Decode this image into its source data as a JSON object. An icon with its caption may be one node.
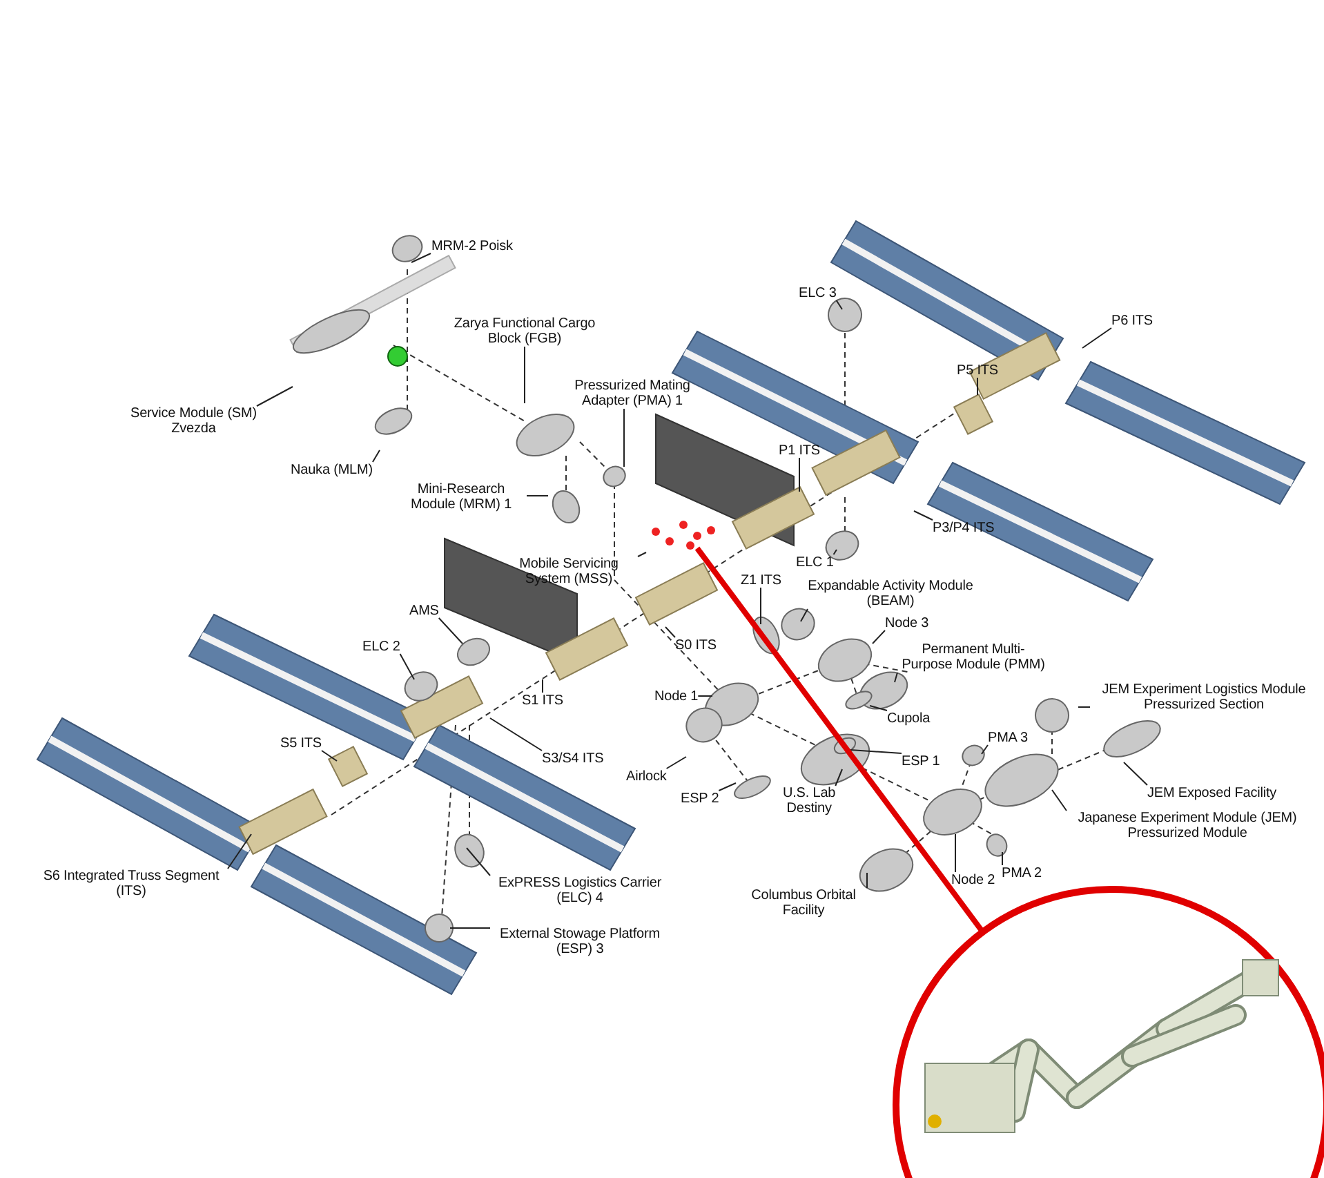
{
  "diagram": {
    "nodes": [
      {
        "text": [
          "MRM-2 Poisk"
        ]
      },
      {
        "text": [
          "Zarya Functional Cargo Block (FGB)"
        ]
      },
      {
        "text": [
          "Service Module (SM)",
          "Zvezda"
        ]
      },
      {
        "text": [
          "Pressurized Mating Adapter (PMA) 1"
        ]
      },
      {
        "text": [
          "Nauka (MLM)"
        ]
      },
      {
        "text": [
          "Mini-Research Module (MRM) 1"
        ]
      },
      {
        "text": [
          "Mobile Servicing System (MSS)"
        ]
      },
      {
        "text": [
          "ELC 3"
        ]
      },
      {
        "text": [
          "P6 ITS"
        ]
      },
      {
        "text": [
          "P5 ITS"
        ]
      },
      {
        "text": [
          "P1 ITS"
        ]
      },
      {
        "text": [
          "P3/P4 ITS"
        ]
      },
      {
        "text": [
          "ELC 1"
        ]
      },
      {
        "text": [
          "Z1 ITS"
        ]
      },
      {
        "text": [
          "Expandable Activity Module (BEAM)"
        ]
      },
      {
        "text": [
          "AMS"
        ]
      },
      {
        "text": [
          "ELC 2"
        ]
      },
      {
        "text": [
          "S0 ITS"
        ]
      },
      {
        "text": [
          "Node 3"
        ]
      },
      {
        "text": [
          "Permanent Multi-Purpose Module (PMM)"
        ]
      },
      {
        "text": [
          "S1 ITS"
        ]
      },
      {
        "text": [
          "JEM Experiment Logistics Module Pressurized Section"
        ]
      },
      {
        "text": [
          "Node 1"
        ]
      },
      {
        "text": [
          "Cupola"
        ]
      },
      {
        "text": [
          "S3/S4 ITS"
        ]
      },
      {
        "text": [
          "S5 ITS"
        ]
      },
      {
        "text": [
          "ESP 1"
        ]
      },
      {
        "text": [
          "PMA 3"
        ]
      },
      {
        "text": [
          "Airlock"
        ]
      },
      {
        "text": [
          "ESP 2"
        ]
      },
      {
        "text": [
          "U.S. Lab",
          "Destiny"
        ]
      },
      {
        "text": [
          "JEM Exposed Facility"
        ]
      },
      {
        "text": [
          "Japanese Experiment Module (JEM) Pressurized Module"
        ]
      },
      {
        "text": [
          "S6 Integrated Truss Segment (ITS)"
        ]
      },
      {
        "text": [
          "ExPRESS Logistics Carrier (ELC) 4"
        ]
      },
      {
        "text": [
          "Columbus Orbital Facility"
        ]
      },
      {
        "text": [
          "Node 2"
        ]
      },
      {
        "text": [
          "PMA 2"
        ]
      },
      {
        "text": [
          "External Stowage Platform (ESP) 3"
        ]
      },
      {
        "text": [],
        "shape": "picture"
      }
    ],
    "edges": [
      {
        "from": 0,
        "to": null,
        "arrow": "none"
      },
      {
        "from": 1,
        "to": null,
        "arrow": "none"
      },
      {
        "from": 2,
        "to": null,
        "arrow": "none"
      },
      {
        "from": 3,
        "to": null,
        "arrow": "none"
      },
      {
        "from": 4,
        "to": null,
        "arrow": "none"
      },
      {
        "from": 5,
        "to": null,
        "arrow": "none"
      },
      {
        "from": 6,
        "to": null,
        "arrow": "none"
      },
      {
        "from": 7,
        "to": null,
        "arrow": "none"
      },
      {
        "from": 8,
        "to": null,
        "arrow": "none"
      },
      {
        "from": 9,
        "to": null,
        "arrow": "none"
      },
      {
        "from": 10,
        "to": null,
        "arrow": "none"
      },
      {
        "from": 11,
        "to": null,
        "arrow": "none"
      },
      {
        "from": 12,
        "to": null,
        "arrow": "none"
      },
      {
        "from": 13,
        "to": null,
        "arrow": "none"
      },
      {
        "from": 14,
        "to": null,
        "arrow": "none"
      },
      {
        "from": 15,
        "to": null,
        "arrow": "none"
      },
      {
        "from": 16,
        "to": null,
        "arrow": "none"
      },
      {
        "from": 17,
        "to": null,
        "arrow": "none"
      },
      {
        "from": 18,
        "to": null,
        "arrow": "none"
      },
      {
        "from": 19,
        "to": null,
        "arrow": "none"
      },
      {
        "from": 20,
        "to": null,
        "arrow": "none"
      },
      {
        "from": 21,
        "to": null,
        "arrow": "none"
      },
      {
        "from": 22,
        "to": null,
        "arrow": "none"
      },
      {
        "from": 23,
        "to": null,
        "arrow": "none"
      },
      {
        "from": 24,
        "to": null,
        "arrow": "none"
      },
      {
        "from": 25,
        "to": null,
        "arrow": "none"
      },
      {
        "from": 26,
        "to": null,
        "arrow": "none"
      },
      {
        "from": 27,
        "to": null,
        "arrow": "none"
      },
      {
        "from": 28,
        "to": null,
        "arrow": "none"
      },
      {
        "from": 29,
        "to": null,
        "arrow": "none"
      },
      {
        "from": 30,
        "to": null,
        "arrow": "none"
      },
      {
        "from": 31,
        "to": null,
        "arrow": "none"
      },
      {
        "from": 32,
        "to": null,
        "arrow": "none"
      },
      {
        "from": 33,
        "to": null,
        "arrow": "none"
      },
      {
        "from": 34,
        "to": null,
        "arrow": "none"
      },
      {
        "from": 35,
        "to": null,
        "arrow": "none"
      },
      {
        "from": 36,
        "to": null,
        "arrow": "none"
      },
      {
        "from": 37,
        "to": null,
        "arrow": "none"
      },
      {
        "from": 38,
        "to": null,
        "arrow": "none"
      },
      {
        "from": null,
        "to": 39,
        "arrow": "none",
        "style": "thick",
        "color": "#e00000"
      }
    ]
  }
}
